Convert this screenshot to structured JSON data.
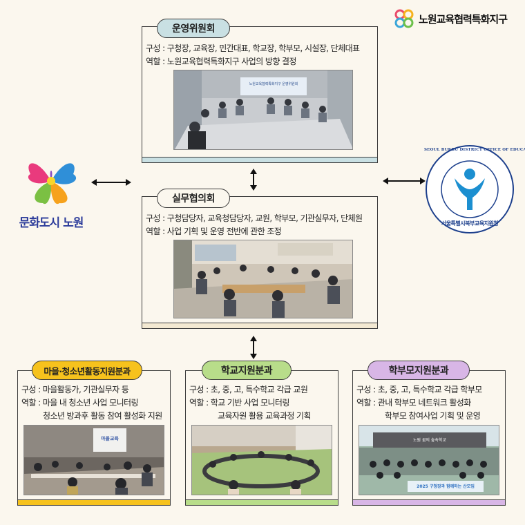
{
  "brand": {
    "title": "노원교육협력특화지구"
  },
  "left_logo": {
    "text": "문화도시 노원"
  },
  "right_seal": {
    "ring_text": "SEOUL BUKBU DISTRICT OFFICE OF EDUCATION",
    "korean_text": "서울특별시북부교육지원청"
  },
  "steering": {
    "title": "운영위원회",
    "composition": "구성 : 구청장, 교육장, 민간대표, 학교장, 학부모, 시설장, 단체대표",
    "role": "역할 : 노원교육협력특화지구 사업의 방향 결정",
    "photo_banner": "노원교육협력특화지구 운영위원회",
    "accent": "#c9e0e3"
  },
  "working": {
    "title": "실무협의회",
    "composition": "구성 : 구청담당자, 교육청담당자, 교원, 학부모, 기관실무자, 단체원",
    "role": "역할 : 사업 기획 및 운영 전반에 관한 조정",
    "accent": "#f3e9d2"
  },
  "village": {
    "title": "마을·청소년활동지원분과",
    "composition": "구성 : 마을활동가, 기관실무자 등",
    "role_1": "역할 : 마을 내 청소년 사업 모니터링",
    "role_2": "청소년 방과후 활동 참여 활성화 지원",
    "screen_text": "마을교육",
    "accent": "#f6c21d"
  },
  "school": {
    "title": "학교지원분과",
    "composition": "구성 : 초, 중, 고, 특수학교 각급 교원",
    "role_1": "역할 : 학교 기반 사업 모니터링",
    "role_2": "교육자원 활용 교육과정 기획",
    "accent": "#b8dd8a"
  },
  "parent": {
    "title": "학부모지원분과",
    "composition": "구성 : 초, 중, 고, 특수학교 각급 학부모",
    "role_1": "역할 : 관내 학부모 네트워크 활성화",
    "role_2": "학부모 참여사업 기획 및 운영",
    "building_sign": "노원 꿈의 숲속학교",
    "banner_text": "2025 구청장과 함께하는 산모임",
    "accent": "#d8b6e6"
  }
}
